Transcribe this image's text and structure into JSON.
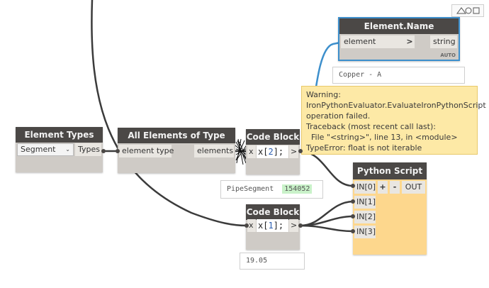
{
  "toolbar": {
    "zoom_icon": "zoom-extents-icon"
  },
  "nodes": {
    "element_name": {
      "title": "Element.Name",
      "input": "element",
      "arrow": ">",
      "output": "string",
      "lacing": "AUTO",
      "preview": "Copper - A"
    },
    "element_types": {
      "title": "Element Types",
      "dropdown_value": "Segment",
      "output": "Types"
    },
    "all_elements": {
      "title": "All Elements of Type",
      "input": "element type",
      "output": "elements"
    },
    "code_block_1": {
      "title": "Code Block",
      "input": "x",
      "code_prefix": "x[",
      "code_index": "2",
      "code_suffix": "];",
      "output": ">",
      "preview_label": "PipeSegment",
      "preview_value": "154052"
    },
    "code_block_2": {
      "title": "Code Block",
      "input": "x",
      "code_prefix": "x[",
      "code_index": "1",
      "code_suffix": "];",
      "output": ">",
      "preview": "19.05"
    },
    "python_script": {
      "title": "Python Script",
      "inputs": [
        "IN[0]",
        "IN[1]",
        "IN[2]",
        "IN[3]"
      ],
      "add": "+",
      "remove": "-",
      "output": "OUT"
    }
  },
  "warning": {
    "line1": "Warning:",
    "line2": "IronPythonEvaluator.EvaluateIronPythonScript",
    "line3": "operation failed.",
    "line4": "Traceback (most recent call last):",
    "line5": "  File \"<string>\", line 13, in <module>",
    "line6": "TypeError: float is not iterable"
  },
  "colors": {
    "node_header": "#4b4846",
    "node_body": "#cfcbc6",
    "python_body": "#fdd78d",
    "selected_border": "#3d8fcc",
    "warning_bg": "#fde9a6",
    "wire": "#3b3b3b",
    "wire_selected": "#3d8fcc",
    "preview_value_bg": "#c9f2c9"
  }
}
